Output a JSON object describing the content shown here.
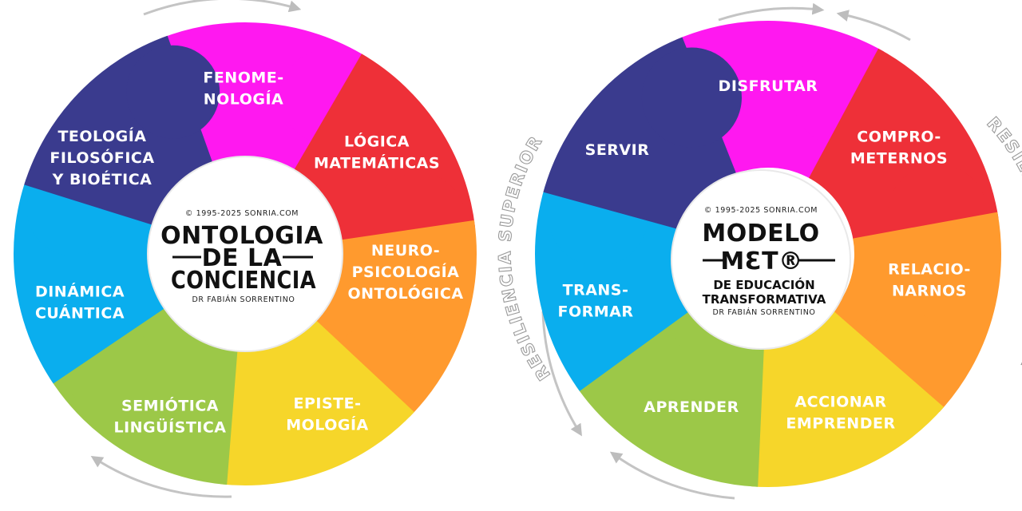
{
  "left_wheel": {
    "segments": [
      {
        "lines": [
          "FENOME-",
          "NOLOGÍA"
        ],
        "color": "#ff18f0"
      },
      {
        "lines": [
          "LÓGICA",
          "MATEMÁTICAS"
        ],
        "color": "#ee3038"
      },
      {
        "lines": [
          "NEURO-",
          "PSICOLOGÍA",
          "ONTOLÓGICA"
        ],
        "color": "#ff9a2e"
      },
      {
        "lines": [
          "EPISTE-",
          "MOLOGÍA"
        ],
        "color": "#f6d62a"
      },
      {
        "lines": [
          "SEMIÓTICA",
          "LINGÜÍSTICA"
        ],
        "color": "#9cc848"
      },
      {
        "lines": [
          "DINÁMICA",
          "CUÁNTICA"
        ],
        "color": "#0aaeee"
      },
      {
        "lines": [
          "TEOLOGÍA",
          "FILOSÓFICA",
          "Y BIOÉTICA"
        ],
        "color": "#3a3b8e"
      }
    ],
    "center": {
      "copyright": "© 1995-2025 SONRIA.COM",
      "title_lines": [
        "ONTOLOGIA",
        "DE LA",
        "CONCIENCIA"
      ],
      "author": "DR FABIÁN SORRENTINO"
    }
  },
  "right_wheel": {
    "segments": [
      {
        "lines": [
          "DISFRUTAR"
        ],
        "color": "#ff18f0"
      },
      {
        "lines": [
          "COMPRO-",
          "METERNOS"
        ],
        "color": "#ee3038"
      },
      {
        "lines": [
          "RELACIO-",
          "NARNOS"
        ],
        "color": "#ff9a2e"
      },
      {
        "lines": [
          "ACCIONAR",
          "EMPRENDER"
        ],
        "color": "#f6d62a"
      },
      {
        "lines": [
          "APRENDER"
        ],
        "color": "#9cc848"
      },
      {
        "lines": [
          "TRANS-",
          "FORMAR"
        ],
        "color": "#0aaeee"
      },
      {
        "lines": [
          "SERVIR"
        ],
        "color": "#3a3b8e"
      }
    ],
    "center": {
      "copyright": "© 1995-2025 SONRIA.COM",
      "title": "MODELO",
      "subtitle": "MƐT®",
      "description_lines": [
        "DE EDUCACIÓN",
        "TRANSFORMATIVA"
      ],
      "author": "DR FABIÁN SORRENTINO"
    },
    "arc_labels": {
      "left": "RESILIENCIA SUPERIOR",
      "right": "RESILIENCIA OPERATIVA"
    }
  }
}
